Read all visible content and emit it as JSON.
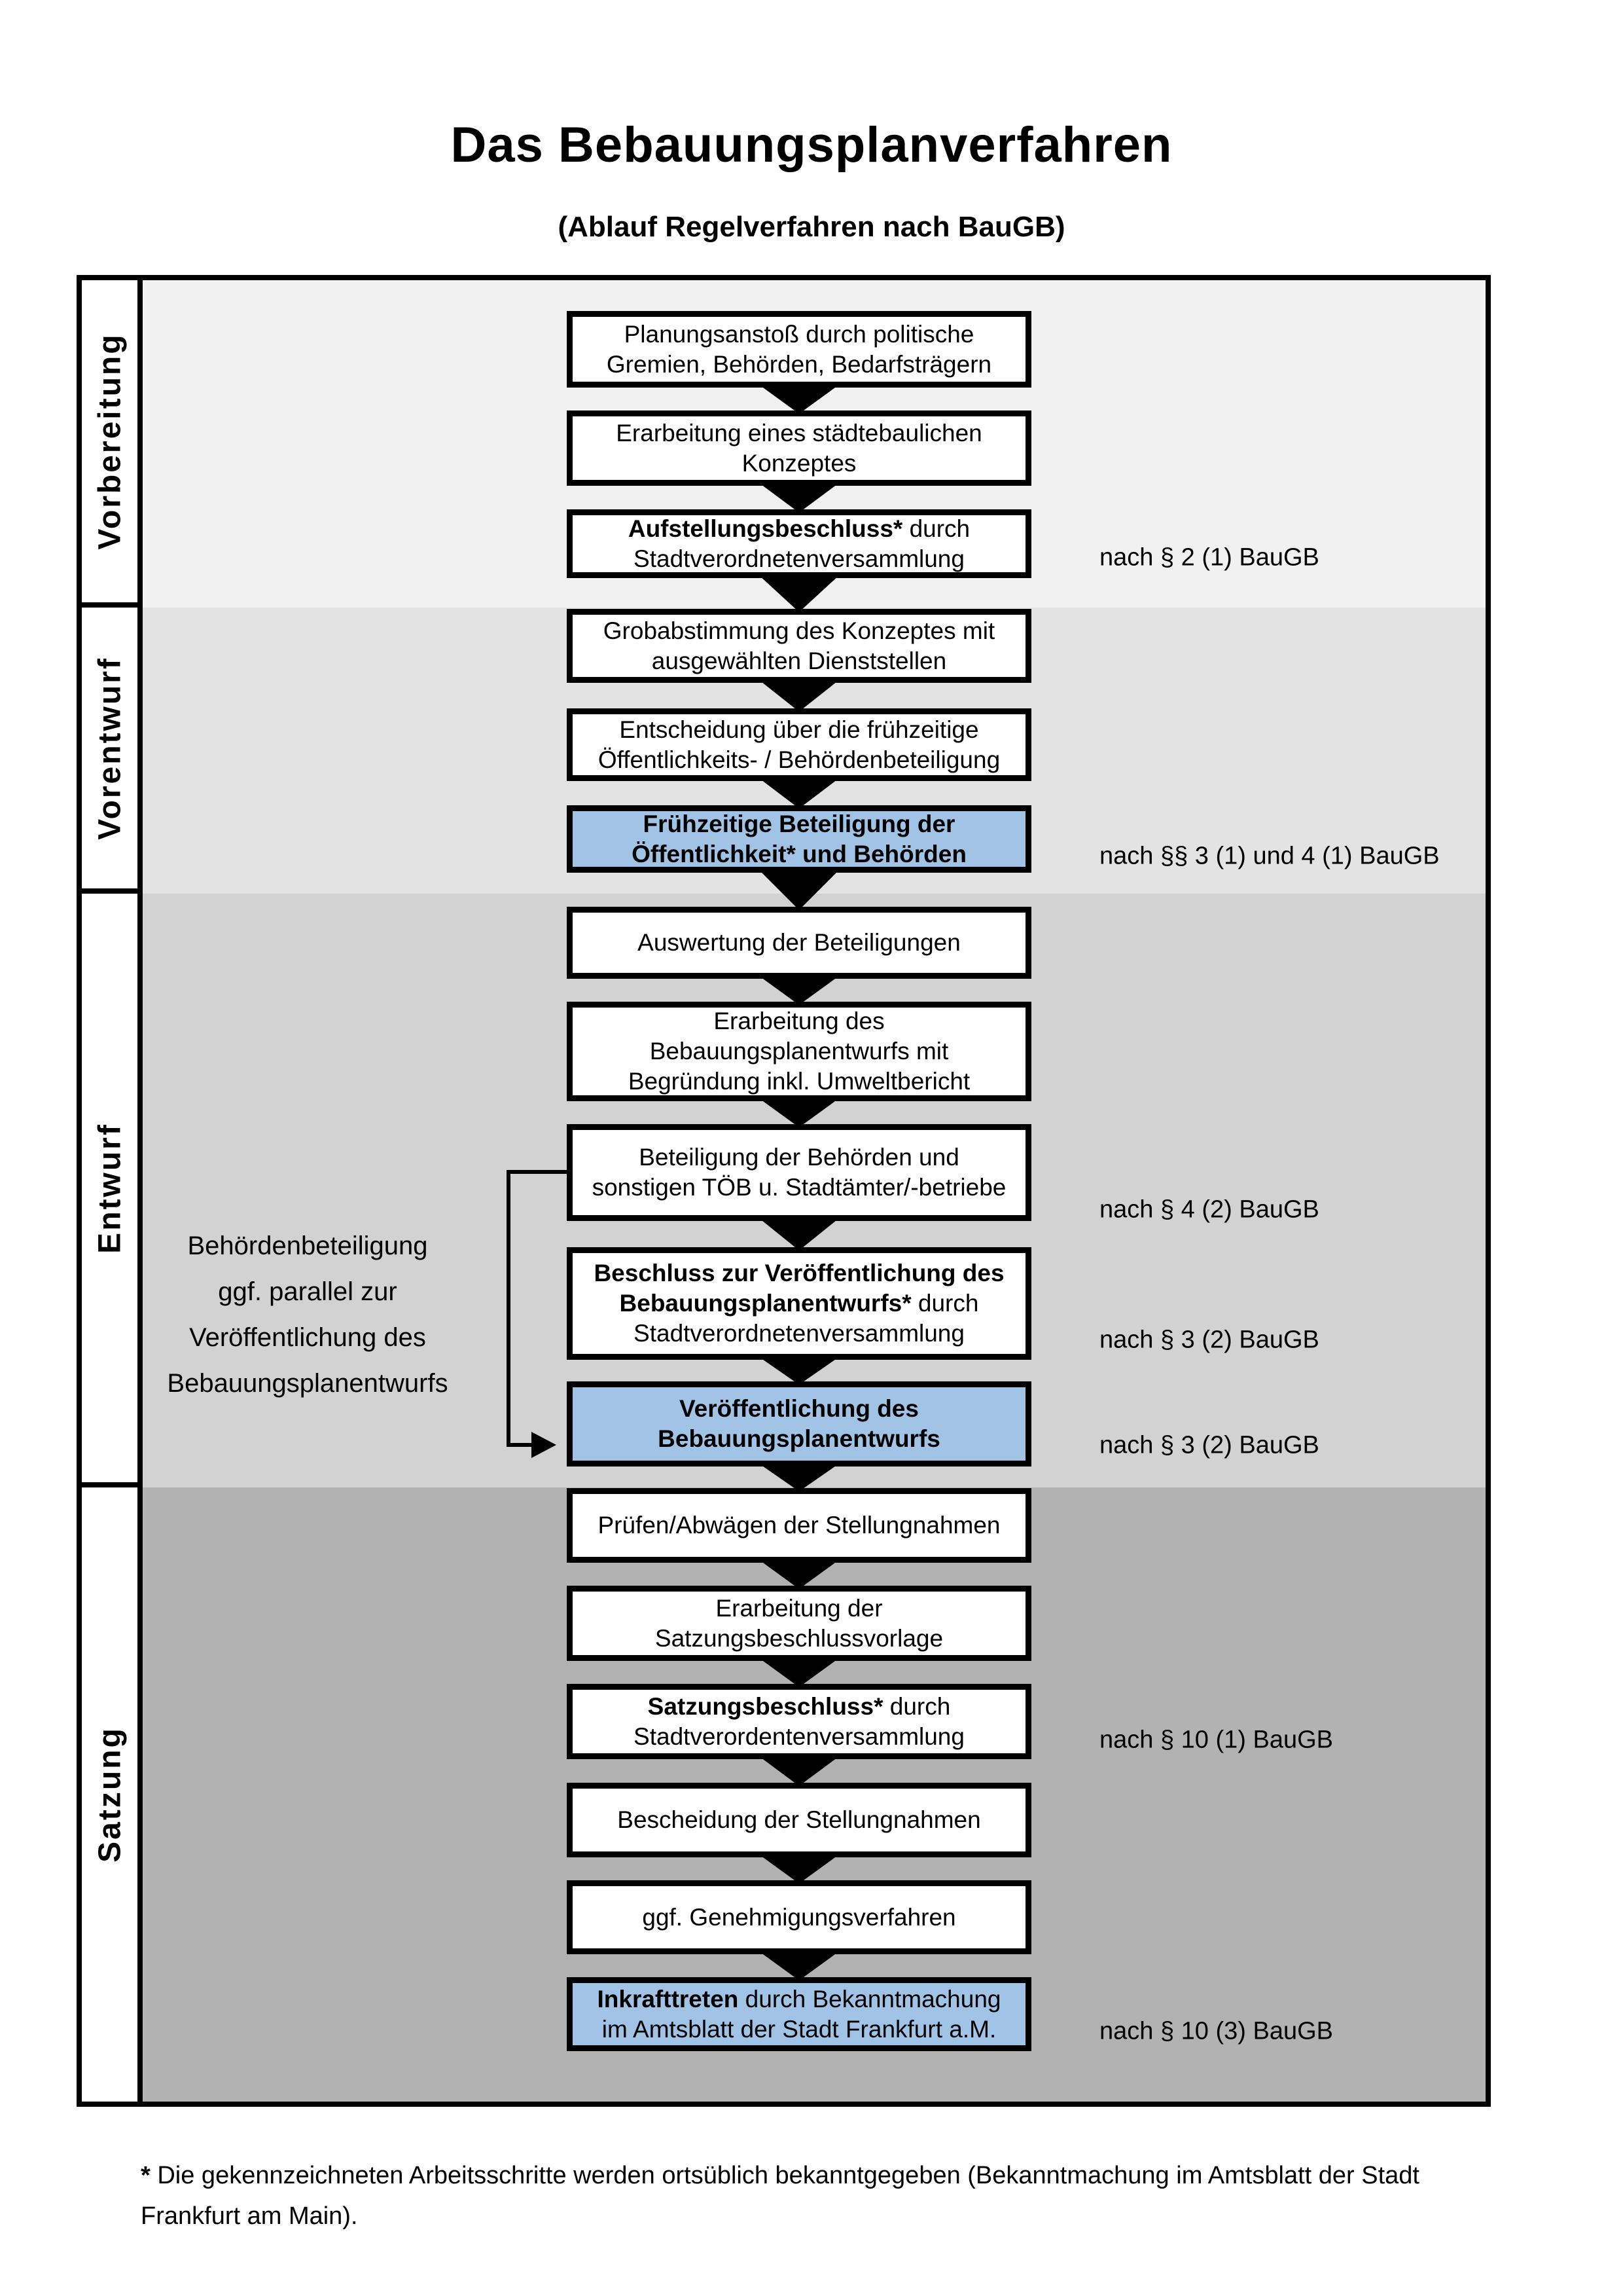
{
  "page": {
    "title": "Das Bebauungsplanverfahren",
    "subtitle": "(Ablauf Regelverfahren nach BauGB)"
  },
  "colors": {
    "highlight_box": "#a0c3e6",
    "band_vorbereitung": "#f1f1f1",
    "band_vorentwurf": "#e3e3e3",
    "band_entwurf": "#d2d2d2",
    "band_satzung": "#b2b2b2",
    "box_border": "#000000"
  },
  "sections": [
    {
      "label": "Vorbereitung"
    },
    {
      "label": "Vorentwurf"
    },
    {
      "label": "Entwurf"
    },
    {
      "label": "Satzung"
    }
  ],
  "side_note": {
    "lines": [
      "Behördenbeteiligung",
      "ggf. parallel zur",
      "Veröffentlichung des",
      "Bebauungsplanentwurfs"
    ]
  },
  "steps": [
    {
      "name": "planungsanstoss",
      "variant": "plain",
      "lines": [
        [
          {
            "text": "Planungsanstoß durch politische",
            "bold": false
          }
        ],
        [
          {
            "text": "Gremien, Behörden, Bedarfsträgern",
            "bold": false
          }
        ]
      ],
      "annotation": null
    },
    {
      "name": "staedtebauliches-konzept",
      "variant": "plain",
      "lines": [
        [
          {
            "text": "Erarbeitung eines städtebaulichen",
            "bold": false
          }
        ],
        [
          {
            "text": "Konzeptes",
            "bold": false
          }
        ]
      ],
      "annotation": null
    },
    {
      "name": "aufstellungsbeschluss",
      "variant": "plain",
      "lines": [
        [
          {
            "text": "Aufstellungsbeschluss*",
            "bold": true
          },
          {
            "text": " durch",
            "bold": false
          }
        ],
        [
          {
            "text": "Stadtverordnetenversammlung",
            "bold": false
          }
        ]
      ],
      "annotation": "nach § 2 (1) BauGB"
    },
    {
      "name": "grobabstimmung",
      "variant": "plain",
      "lines": [
        [
          {
            "text": "Grobabstimmung des Konzeptes mit",
            "bold": false
          }
        ],
        [
          {
            "text": "ausgewählten Dienststellen",
            "bold": false
          }
        ]
      ],
      "annotation": null
    },
    {
      "name": "entscheidung-fruehzeitige-beteiligung",
      "variant": "plain",
      "lines": [
        [
          {
            "text": "Entscheidung über die frühzeitige",
            "bold": false
          }
        ],
        [
          {
            "text": "Öffentlichkeits- / Behördenbeteiligung",
            "bold": false
          }
        ]
      ],
      "annotation": null
    },
    {
      "name": "fruehzeitige-beteiligung",
      "variant": "highlight",
      "lines": [
        [
          {
            "text": "Frühzeitige Beteiligung der",
            "bold": true
          }
        ],
        [
          {
            "text": "Öffentlichkeit* und Behörden",
            "bold": true
          }
        ]
      ],
      "annotation": "nach §§ 3 (1) und 4 (1) BauGB"
    },
    {
      "name": "auswertung-beteiligungen",
      "variant": "plain",
      "lines": [
        [
          {
            "text": "Auswertung der Beteiligungen",
            "bold": false
          }
        ]
      ],
      "annotation": null
    },
    {
      "name": "erarbeitung-bebauungsplanentwurf",
      "variant": "plain",
      "lines": [
        [
          {
            "text": "Erarbeitung des",
            "bold": false
          }
        ],
        [
          {
            "text": "Bebauungsplanentwurfs mit",
            "bold": false
          }
        ],
        [
          {
            "text": "Begründung inkl. Umweltbericht",
            "bold": false
          }
        ]
      ],
      "annotation": null
    },
    {
      "name": "beteiligung-behoerden-toeb",
      "variant": "plain",
      "lines": [
        [
          {
            "text": "Beteiligung der Behörden und",
            "bold": false
          }
        ],
        [
          {
            "text": "sonstigen TÖB u. Stadtämter/-betriebe",
            "bold": false
          }
        ]
      ],
      "annotation": "nach § 4 (2) BauGB"
    },
    {
      "name": "beschluss-veroeffentlichung",
      "variant": "plain",
      "lines": [
        [
          {
            "text": "Beschluss zur Veröffentlichung des",
            "bold": true
          }
        ],
        [
          {
            "text": "Bebauungsplanentwurfs*",
            "bold": true
          },
          {
            "text": " durch",
            "bold": false
          }
        ],
        [
          {
            "text": "Stadtverordnetenversammlung",
            "bold": false
          }
        ]
      ],
      "annotation": "nach § 3 (2) BauGB"
    },
    {
      "name": "veroeffentlichung-bebauungsplanentwurf",
      "variant": "highlight",
      "lines": [
        [
          {
            "text": "Veröffentlichung des",
            "bold": true
          }
        ],
        [
          {
            "text": "Bebauungsplanentwurfs",
            "bold": true
          }
        ]
      ],
      "annotation": "nach § 3 (2) BauGB"
    },
    {
      "name": "pruefen-abwaegen-stellungnahmen",
      "variant": "plain",
      "lines": [
        [
          {
            "text": "Prüfen/Abwägen der Stellungnahmen",
            "bold": false
          }
        ]
      ],
      "annotation": null
    },
    {
      "name": "satzungsbeschlussvorlage",
      "variant": "plain",
      "lines": [
        [
          {
            "text": "Erarbeitung der",
            "bold": false
          }
        ],
        [
          {
            "text": "Satzungsbeschlussvorlage",
            "bold": false
          }
        ]
      ],
      "annotation": null
    },
    {
      "name": "satzungsbeschluss",
      "variant": "plain",
      "lines": [
        [
          {
            "text": "Satzungsbeschluss*",
            "bold": true
          },
          {
            "text": " durch",
            "bold": false
          }
        ],
        [
          {
            "text": "Stadtverordentenversammlung",
            "bold": false
          }
        ]
      ],
      "annotation": "nach § 10 (1) BauGB"
    },
    {
      "name": "bescheidung-stellungnahmen",
      "variant": "plain",
      "lines": [
        [
          {
            "text": "Bescheidung der Stellungnahmen",
            "bold": false
          }
        ]
      ],
      "annotation": null
    },
    {
      "name": "genehmigungsverfahren",
      "variant": "plain",
      "lines": [
        [
          {
            "text": "ggf. Genehmigungsverfahren",
            "bold": false
          }
        ]
      ],
      "annotation": null
    },
    {
      "name": "inkrafttreten",
      "variant": "highlight",
      "lines": [
        [
          {
            "text": "Inkrafttreten",
            "bold": true
          },
          {
            "text": " durch Bekanntmachung",
            "bold": false
          }
        ],
        [
          {
            "text": "im Amtsblatt der Stadt Frankfurt a.M.",
            "bold": false
          }
        ]
      ],
      "annotation": "nach § 10 (3) BauGB"
    }
  ],
  "footnote_lines": [
    [
      {
        "text": "* ",
        "bold": true
      },
      {
        "text": "Die gekennzeichneten Arbeitsschritte werden ortsüblich bekanntgegeben (Bekanntmachung im Amtsblatt  der Stadt",
        "bold": false
      }
    ],
    [
      {
        "text": "Frankfurt am Main).",
        "bold": false
      }
    ]
  ]
}
